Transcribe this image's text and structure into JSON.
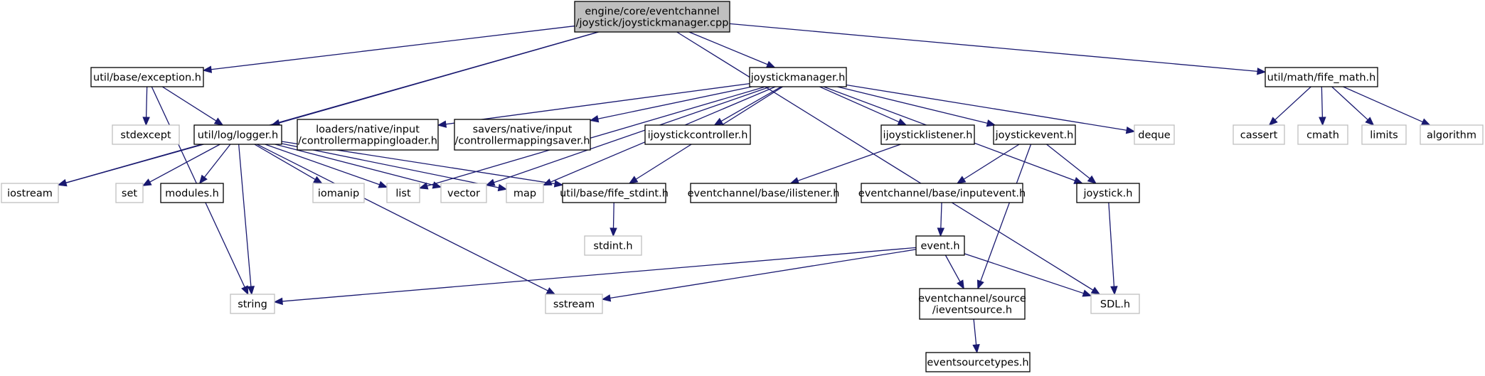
{
  "colors": {
    "edge": "#191970",
    "root_fill": "#bfbfbf",
    "root_border": "#000000",
    "documented_border": "#000000",
    "external_border": "#bfbfbf",
    "node_fill": "#ffffff"
  },
  "nodes": {
    "root": {
      "lines": [
        "engine/core/eventchannel",
        "/joystick/joystickmanager.cpp"
      ],
      "kind": "root"
    },
    "exception": {
      "lines": [
        "util/base/exception.h"
      ],
      "kind": "documented"
    },
    "joystickmanager_h": {
      "lines": [
        "joystickmanager.h"
      ],
      "kind": "documented"
    },
    "fife_math": {
      "lines": [
        "util/math/fife_math.h"
      ],
      "kind": "documented"
    },
    "stdexcept": {
      "lines": [
        "stdexcept"
      ],
      "kind": "external"
    },
    "logger": {
      "lines": [
        "util/log/logger.h"
      ],
      "kind": "documented"
    },
    "loader": {
      "lines": [
        "loaders/native/input",
        "/controllermappingloader.h"
      ],
      "kind": "documented"
    },
    "saver": {
      "lines": [
        "savers/native/input",
        "/controllermappingsaver.h"
      ],
      "kind": "documented"
    },
    "ijoystickcontroller": {
      "lines": [
        "ijoystickcontroller.h"
      ],
      "kind": "documented"
    },
    "ijoysticklistener": {
      "lines": [
        "ijoysticklistener.h"
      ],
      "kind": "documented"
    },
    "joystickevent": {
      "lines": [
        "joystickevent.h"
      ],
      "kind": "documented"
    },
    "deque": {
      "lines": [
        "deque"
      ],
      "kind": "external"
    },
    "cassert": {
      "lines": [
        "cassert"
      ],
      "kind": "external"
    },
    "cmath": {
      "lines": [
        "cmath"
      ],
      "kind": "external"
    },
    "limits": {
      "lines": [
        "limits"
      ],
      "kind": "external"
    },
    "algorithm": {
      "lines": [
        "algorithm"
      ],
      "kind": "external"
    },
    "iostream": {
      "lines": [
        "iostream"
      ],
      "kind": "external"
    },
    "set": {
      "lines": [
        "set"
      ],
      "kind": "external"
    },
    "modules": {
      "lines": [
        "modules.h"
      ],
      "kind": "documented"
    },
    "iomanip": {
      "lines": [
        "iomanip"
      ],
      "kind": "external"
    },
    "list": {
      "lines": [
        "list"
      ],
      "kind": "external"
    },
    "vector": {
      "lines": [
        "vector"
      ],
      "kind": "external"
    },
    "map": {
      "lines": [
        "map"
      ],
      "kind": "external"
    },
    "fife_stdint": {
      "lines": [
        "util/base/fife_stdint.h"
      ],
      "kind": "documented"
    },
    "ilistener": {
      "lines": [
        "eventchannel/base/ilistener.h"
      ],
      "kind": "documented"
    },
    "inputevent": {
      "lines": [
        "eventchannel/base/inputevent.h"
      ],
      "kind": "documented"
    },
    "joystick_h": {
      "lines": [
        "joystick.h"
      ],
      "kind": "documented"
    },
    "stdint": {
      "lines": [
        "stdint.h"
      ],
      "kind": "external"
    },
    "event": {
      "lines": [
        "event.h"
      ],
      "kind": "documented"
    },
    "string": {
      "lines": [
        "string"
      ],
      "kind": "external"
    },
    "sstream": {
      "lines": [
        "sstream"
      ],
      "kind": "external"
    },
    "ieventsource": {
      "lines": [
        "eventchannel/source",
        "/ieventsource.h"
      ],
      "kind": "documented"
    },
    "sdl": {
      "lines": [
        "SDL.h"
      ],
      "kind": "external"
    },
    "eventsourcetypes": {
      "lines": [
        "eventsourcetypes.h"
      ],
      "kind": "documented"
    }
  },
  "edges": [
    [
      "root",
      "iostream"
    ],
    [
      "root",
      "exception"
    ],
    [
      "root",
      "logger"
    ],
    [
      "root",
      "joystickmanager_h"
    ],
    [
      "root",
      "sdl"
    ],
    [
      "root",
      "fife_math"
    ],
    [
      "exception",
      "stdexcept"
    ],
    [
      "exception",
      "logger"
    ],
    [
      "exception",
      "string"
    ],
    [
      "logger",
      "iostream"
    ],
    [
      "logger",
      "set"
    ],
    [
      "logger",
      "modules"
    ],
    [
      "logger",
      "iomanip"
    ],
    [
      "logger",
      "list"
    ],
    [
      "logger",
      "vector"
    ],
    [
      "logger",
      "map"
    ],
    [
      "logger",
      "fife_stdint"
    ],
    [
      "logger",
      "string"
    ],
    [
      "logger",
      "sstream"
    ],
    [
      "joystickmanager_h",
      "loader"
    ],
    [
      "joystickmanager_h",
      "saver"
    ],
    [
      "joystickmanager_h",
      "ijoystickcontroller"
    ],
    [
      "joystickmanager_h",
      "ijoysticklistener"
    ],
    [
      "joystickmanager_h",
      "joystickevent"
    ],
    [
      "joystickmanager_h",
      "deque"
    ],
    [
      "joystickmanager_h",
      "list"
    ],
    [
      "joystickmanager_h",
      "vector"
    ],
    [
      "joystickmanager_h",
      "map"
    ],
    [
      "joystickmanager_h",
      "fife_stdint"
    ],
    [
      "joystickmanager_h",
      "joystick_h"
    ],
    [
      "fife_math",
      "cassert"
    ],
    [
      "fife_math",
      "cmath"
    ],
    [
      "fife_math",
      "limits"
    ],
    [
      "fife_math",
      "algorithm"
    ],
    [
      "fife_stdint",
      "stdint"
    ],
    [
      "ijoysticklistener",
      "ilistener"
    ],
    [
      "joystickevent",
      "inputevent"
    ],
    [
      "joystickevent",
      "joystick_h"
    ],
    [
      "joystickevent",
      "ieventsource"
    ],
    [
      "inputevent",
      "event"
    ],
    [
      "joystick_h",
      "sdl"
    ],
    [
      "event",
      "string"
    ],
    [
      "event",
      "sstream"
    ],
    [
      "event",
      "ieventsource"
    ],
    [
      "event",
      "sdl"
    ],
    [
      "ieventsource",
      "eventsourcetypes"
    ]
  ]
}
